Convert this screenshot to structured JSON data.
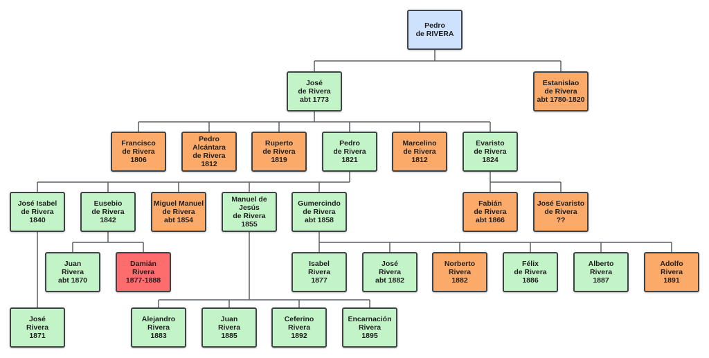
{
  "title": "Rivera family tree",
  "colors": {
    "root": "#cfe2fd",
    "line": "#5a5f63",
    "direct": "#c3f4c8",
    "other": "#fbaa6a",
    "deceased_young": "#fd6d6d"
  },
  "nodes": [
    {
      "id": "pedro-root",
      "label": "Pedro\nde RIVERA",
      "kind": "root"
    },
    {
      "id": "jose-1773",
      "label": "José\nde Rivera\nabt 1773",
      "kind": "direct"
    },
    {
      "id": "estanislao",
      "label": "Estanislao\nde Rivera\nabt 1780-1820",
      "kind": "other"
    },
    {
      "id": "francisco",
      "label": "Francisco\nde Rivera\n1806",
      "kind": "other"
    },
    {
      "id": "pedro-alcantara",
      "label": "Pedro\nAlcántara\nde Rivera\n1812",
      "kind": "other"
    },
    {
      "id": "ruperto",
      "label": "Ruperto\nde Rivera\n1819",
      "kind": "other"
    },
    {
      "id": "pedro-1821",
      "label": "Pedro\nde Rivera\n1821",
      "kind": "direct"
    },
    {
      "id": "marcelino",
      "label": "Marcelino\nde Rivera\n1812",
      "kind": "other"
    },
    {
      "id": "evaristo",
      "label": "Evaristo\nde Rivera\n1824",
      "kind": "direct"
    },
    {
      "id": "jose-isabel",
      "label": "José Isabel\nde Rivera\n1840",
      "kind": "direct"
    },
    {
      "id": "eusebio",
      "label": "Eusebio\nde Rivera\n1842",
      "kind": "direct"
    },
    {
      "id": "miguel-manuel",
      "label": "Miguel Manuel\nde Rivera\nabt 1854",
      "kind": "other"
    },
    {
      "id": "manuel-de-jesus",
      "label": "Manuel de\nJesús\nde Rivera\n1855",
      "kind": "direct"
    },
    {
      "id": "gumercindo",
      "label": "Gumercindo\nde Rivera\nabt 1858",
      "kind": "direct"
    },
    {
      "id": "fabian",
      "label": "Fabián\nde Rivera\nabt 1866",
      "kind": "other"
    },
    {
      "id": "jose-evaristo",
      "label": "José Evaristo\nde Rivera\n??",
      "kind": "other"
    },
    {
      "id": "juan-1870",
      "label": "Juan\nRivera\nabt 1870",
      "kind": "direct"
    },
    {
      "id": "damian",
      "label": "Damián\nRivera\n1877-1888",
      "kind": "deceased_young"
    },
    {
      "id": "isabel",
      "label": "Isabel\nRivera\n1877",
      "kind": "direct"
    },
    {
      "id": "jose-1882",
      "label": "José\nRivera\nabt 1882",
      "kind": "direct"
    },
    {
      "id": "norberto",
      "label": "Norberto\nRivera\n1882",
      "kind": "other"
    },
    {
      "id": "felix",
      "label": "Félix\nde Rivera\n1886",
      "kind": "direct"
    },
    {
      "id": "alberto",
      "label": "Alberto\nRivera\n1887",
      "kind": "direct"
    },
    {
      "id": "adolfo",
      "label": "Adolfo\nRivera\n1891",
      "kind": "other"
    },
    {
      "id": "jose-1871",
      "label": "José\nRivera\n1871",
      "kind": "direct"
    },
    {
      "id": "alejandro",
      "label": "Alejandro\nRivera\n1883",
      "kind": "direct"
    },
    {
      "id": "juan-1885",
      "label": "Juan\nRivera\n1885",
      "kind": "direct"
    },
    {
      "id": "ceferino",
      "label": "Ceferino\nRivera\n1892",
      "kind": "direct"
    },
    {
      "id": "encarnacion",
      "label": "Encarnación\nRivera\n1895",
      "kind": "direct"
    }
  ],
  "edges": [
    {
      "parent": "pedro-root",
      "children": [
        "jose-1773",
        "estanislao"
      ]
    },
    {
      "parent": "jose-1773",
      "children": [
        "francisco",
        "pedro-alcantara",
        "ruperto",
        "pedro-1821",
        "marcelino",
        "evaristo"
      ]
    },
    {
      "parent": "pedro-1821",
      "children": [
        "jose-isabel",
        "eusebio",
        "miguel-manuel",
        "manuel-de-jesus",
        "gumercindo"
      ]
    },
    {
      "parent": "evaristo",
      "children": [
        "fabian",
        "jose-evaristo"
      ]
    },
    {
      "parent": "eusebio",
      "children": [
        "juan-1870",
        "damian"
      ]
    },
    {
      "parent": "gumercindo",
      "children": [
        "isabel",
        "jose-1882",
        "norberto",
        "felix",
        "alberto",
        "adolfo"
      ]
    },
    {
      "parent": "jose-isabel",
      "children": [
        "jose-1871"
      ]
    },
    {
      "parent": "manuel-de-jesus",
      "children": [
        "alejandro",
        "juan-1885",
        "ceferino",
        "encarnacion"
      ]
    }
  ]
}
